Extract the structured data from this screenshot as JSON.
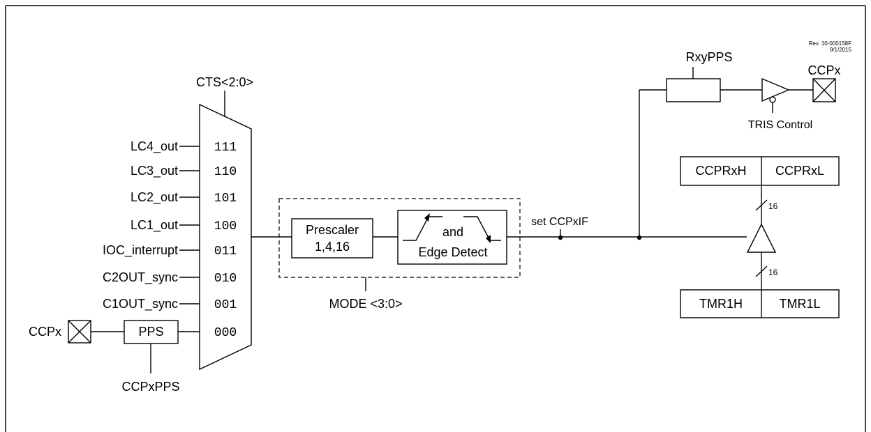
{
  "revision": {
    "line1": "Rev. 10-000158F",
    "line2": "9/1/2015"
  },
  "mux": {
    "select_label": "CTS<2:0>",
    "inputs": [
      {
        "name": "LC4_out",
        "code": "111"
      },
      {
        "name": "LC3_out",
        "code": "110"
      },
      {
        "name": "LC2_out",
        "code": "101"
      },
      {
        "name": "LC1_out",
        "code": "100"
      },
      {
        "name": "IOC_interrupt",
        "code": "011"
      },
      {
        "name": "C2OUT_sync",
        "code": "010"
      },
      {
        "name": "C1OUT_sync",
        "code": "001"
      },
      {
        "name": "",
        "code": "000"
      }
    ]
  },
  "input_pin": {
    "pin_label": "CCPx",
    "pps_label": "PPS",
    "pps_select": "CCPxPPS"
  },
  "mode_block": {
    "prescaler_line1": "Prescaler",
    "prescaler_line2": "1,4,16",
    "edge_and": "and",
    "edge_label": "Edge Detect",
    "mode_label": "MODE <3:0>"
  },
  "interrupt_flag": "set CCPxIF",
  "output": {
    "pps_label": "RxyPPS",
    "pin_label": "CCPx",
    "tris_label": "TRIS Control"
  },
  "ccpr_register": {
    "high": "CCPRxH",
    "low": "CCPRxL"
  },
  "bus_width_top": "16",
  "bus_width_bottom": "16",
  "timer_register": {
    "high": "TMR1H",
    "low": "TMR1L"
  }
}
